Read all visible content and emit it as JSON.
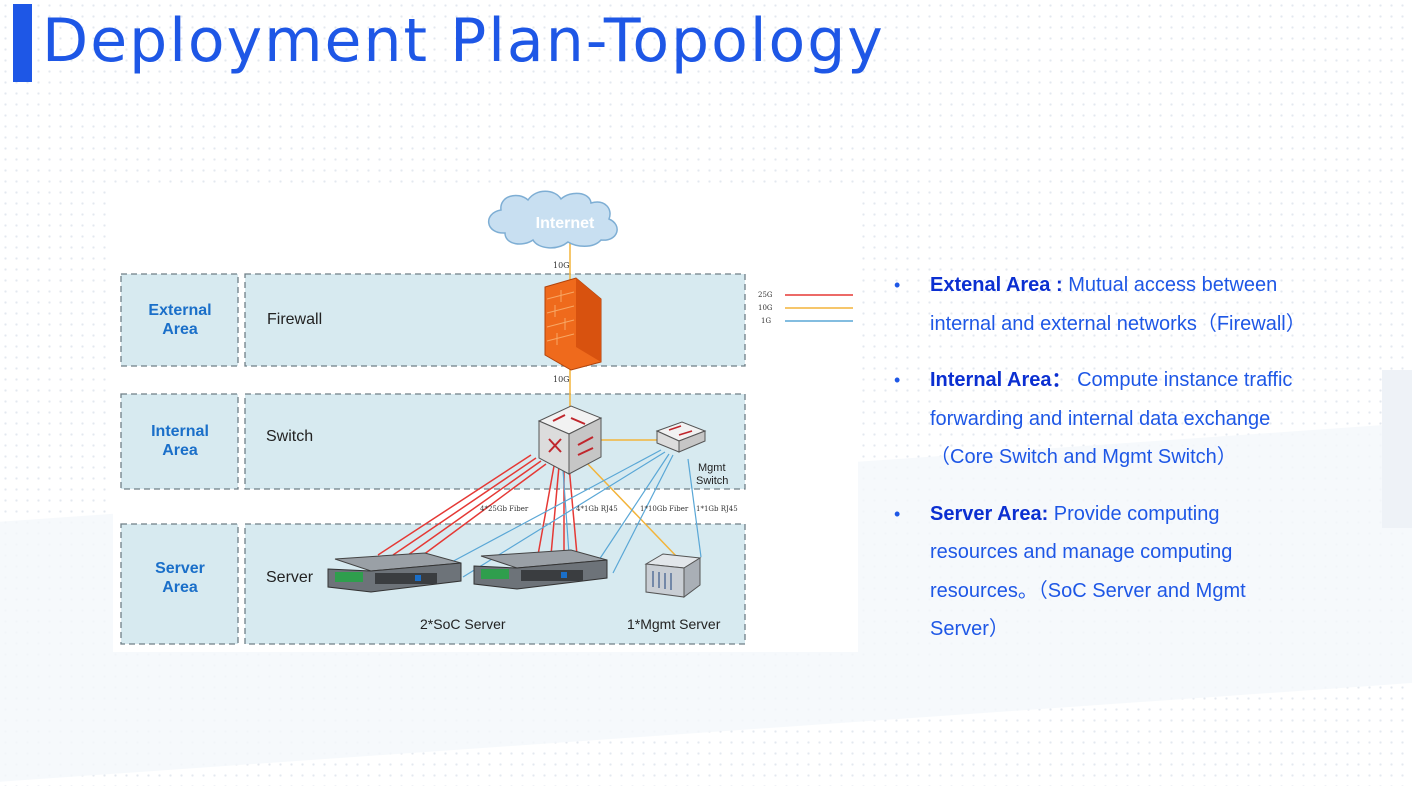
{
  "page": {
    "title": "Deployment Plan-Topology"
  },
  "diagram": {
    "internet_label": "Internet",
    "areas": [
      {
        "line1": "External",
        "line2": "Area",
        "device": "Firewall"
      },
      {
        "line1": "Internal",
        "line2": "Area",
        "device": "Switch"
      },
      {
        "line1": "Server",
        "line2": "Area",
        "device": "Server"
      }
    ],
    "link_labels": {
      "internet_firewall": "10G",
      "firewall_switch": "10G"
    },
    "legend": [
      {
        "label": "25G",
        "color": "#e53935"
      },
      {
        "label": "10G",
        "color": "#f3b43a"
      },
      {
        "label": "1G",
        "color": "#5aa7d6"
      }
    ],
    "mgmt_switch_label": [
      "Mgmt",
      "Switch"
    ],
    "connection_labels": [
      "4*25Gb Fiber",
      "4*1Gb RJ45",
      "1*10Gb Fiber",
      "1*1Gb RJ45"
    ],
    "server_captions": {
      "soc": "2*SoC Server",
      "mgmt": "1*Mgmt Server"
    }
  },
  "bullets": [
    {
      "head": "Extenal Area :",
      "lines": [
        " Mutual access between",
        "internal and external networks（Firewall）"
      ]
    },
    {
      "head": "Internal Area：",
      "lines": [
        " Compute instance traffic",
        "forwarding and internal data exchange",
        "（Core Switch and Mgmt Switch）"
      ]
    },
    {
      "head": "Server Area:",
      "lines": [
        " Provide computing",
        "resources and manage computing",
        "resources。（SoC Server and Mgmt",
        "Server）"
      ]
    }
  ],
  "colors": {
    "brand_blue": "#1e57e6",
    "zone_fill": "#d7eaf0",
    "area_label": "#1a6fc9"
  }
}
